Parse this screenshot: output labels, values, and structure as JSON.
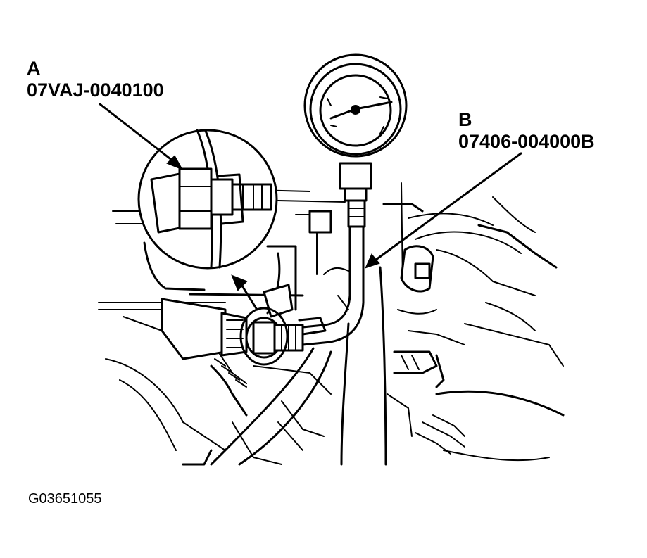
{
  "callouts": {
    "a": {
      "letter": "A",
      "part_number": "07VAJ-0040100"
    },
    "b": {
      "letter": "B",
      "part_number": "07406-004000B"
    }
  },
  "figure_id": "G03651055",
  "colors": {
    "ink": "#000000",
    "paper": "#ffffff"
  }
}
